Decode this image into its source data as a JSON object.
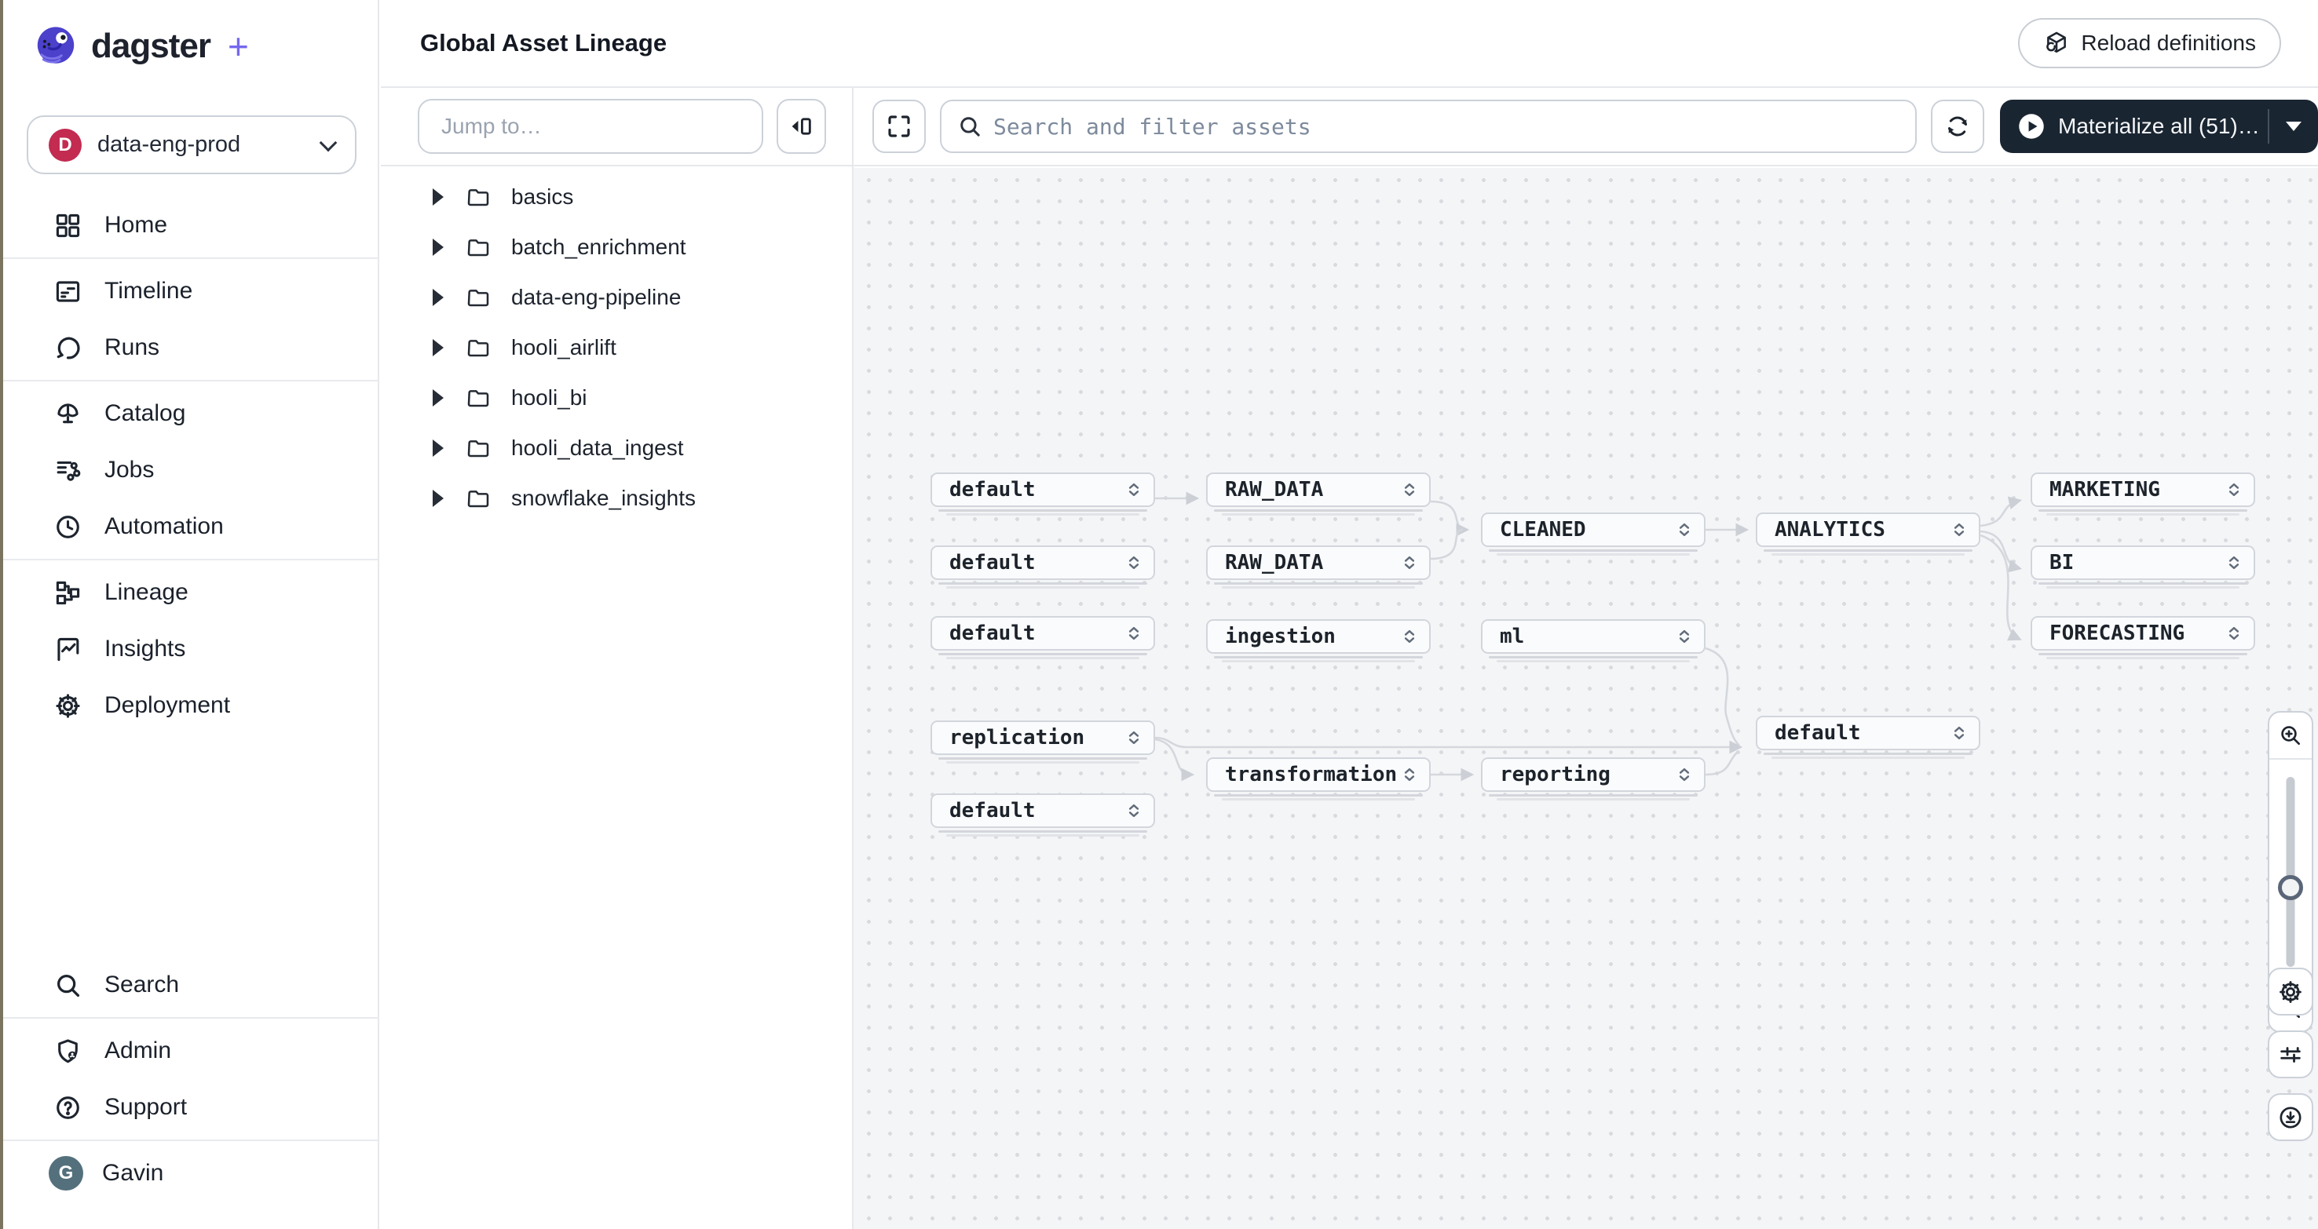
{
  "sidebar": {
    "logo": {
      "wordmark": "dagster",
      "plus": "+"
    },
    "deployment_switcher": {
      "initial": "D",
      "name": "data-eng-prod"
    },
    "nav": [
      {
        "label": "Home",
        "icon": "home-icon"
      },
      {
        "label": "Timeline",
        "icon": "timeline-icon"
      },
      {
        "label": "Runs",
        "icon": "runs-icon"
      },
      {
        "label": "Catalog",
        "icon": "catalog-icon"
      },
      {
        "label": "Jobs",
        "icon": "jobs-icon"
      },
      {
        "label": "Automation",
        "icon": "clock-icon"
      },
      {
        "label": "Lineage",
        "icon": "lineage-icon"
      },
      {
        "label": "Insights",
        "icon": "insights-icon"
      },
      {
        "label": "Deployment",
        "icon": "gear-icon"
      }
    ],
    "bottom_nav": [
      {
        "label": "Search",
        "icon": "search-icon"
      },
      {
        "label": "Admin",
        "icon": "shield-user-icon"
      },
      {
        "label": "Support",
        "icon": "question-circle-icon"
      }
    ],
    "user": {
      "initial": "G",
      "name": "Gavin"
    }
  },
  "header": {
    "title": "Global Asset Lineage",
    "reload_button": "Reload definitions"
  },
  "asset_tree": {
    "jump_placeholder": "Jump to…",
    "folders": [
      "basics",
      "batch_enrichment",
      "data-eng-pipeline",
      "hooli_airlift",
      "hooli_bi",
      "hooli_data_ingest",
      "snowflake_insights"
    ]
  },
  "toolbar": {
    "search_placeholder": "Search and filter assets",
    "materialize_button": "Materialize all (51)…"
  },
  "graph": {
    "nodes": [
      "default",
      "RAW_DATA",
      "MARKETING",
      "CLEANED",
      "ANALYTICS",
      "default",
      "RAW_DATA",
      "BI",
      "default",
      "ingestion",
      "ml",
      "FORECASTING",
      "replication",
      "default",
      "transformation",
      "reporting",
      "default"
    ]
  },
  "colors": {
    "brand_purple": "#7567ee",
    "dark_button": "#1a2532",
    "deployment_avatar": "#c32b51",
    "user_avatar": "#53707c",
    "edge": "#d4d7dc",
    "canvas_bg": "#f4f5f7"
  }
}
